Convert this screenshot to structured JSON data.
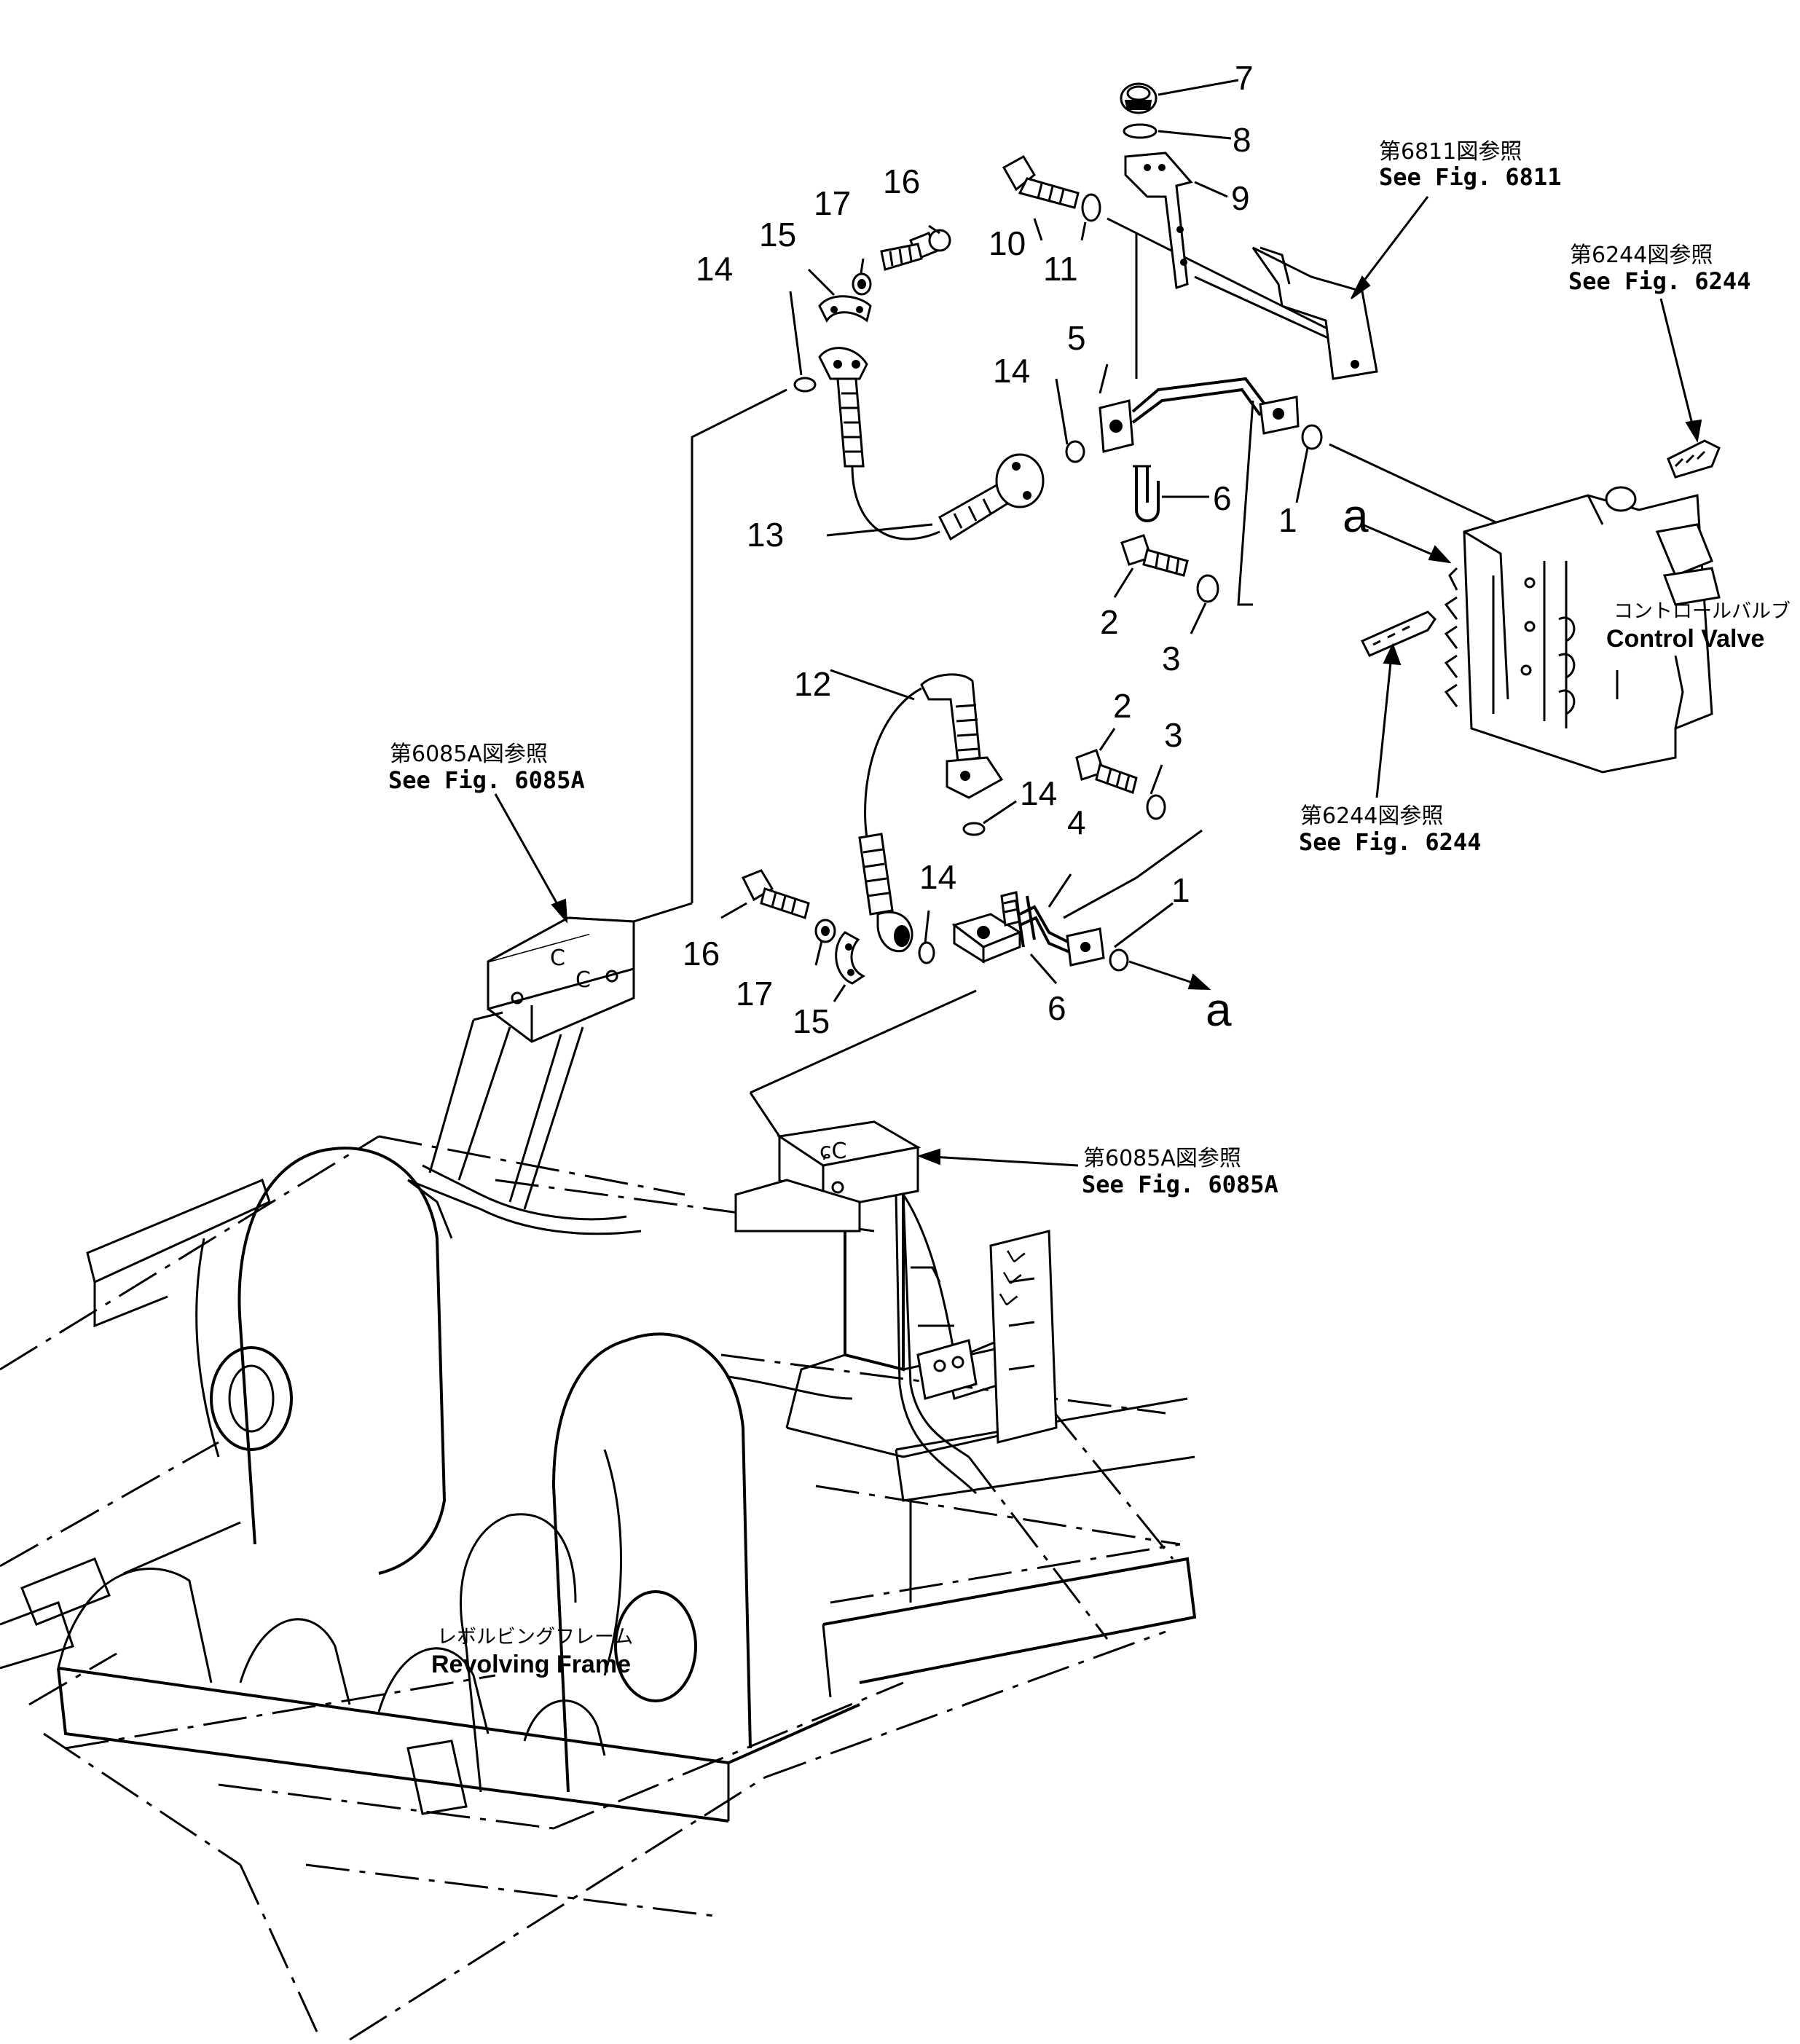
{
  "callouts": [
    {
      "id": "c7",
      "text": "7"
    },
    {
      "id": "c8",
      "text": "8"
    },
    {
      "id": "c9",
      "text": "9"
    },
    {
      "id": "c10",
      "text": "10"
    },
    {
      "id": "c11",
      "text": "11"
    },
    {
      "id": "c16a",
      "text": "16"
    },
    {
      "id": "c17a",
      "text": "17"
    },
    {
      "id": "c15a",
      "text": "15"
    },
    {
      "id": "c14a",
      "text": "14"
    },
    {
      "id": "c5",
      "text": "5"
    },
    {
      "id": "c14b",
      "text": "14"
    },
    {
      "id": "c6a",
      "text": "6"
    },
    {
      "id": "c1a",
      "text": "1"
    },
    {
      "id": "c13",
      "text": "13"
    },
    {
      "id": "c2a",
      "text": "2"
    },
    {
      "id": "c3a",
      "text": "3"
    },
    {
      "id": "c12",
      "text": "12"
    },
    {
      "id": "c2b",
      "text": "2"
    },
    {
      "id": "c3b",
      "text": "3"
    },
    {
      "id": "c14c",
      "text": "14"
    },
    {
      "id": "c4",
      "text": "4"
    },
    {
      "id": "c14d",
      "text": "14"
    },
    {
      "id": "c1b",
      "text": "1"
    },
    {
      "id": "c16b",
      "text": "16"
    },
    {
      "id": "c17b",
      "text": "17"
    },
    {
      "id": "c15b",
      "text": "15"
    },
    {
      "id": "c6b",
      "text": "6"
    }
  ],
  "references": {
    "fig6811": {
      "jp": "第6811図参照",
      "en": "See Fig. 6811"
    },
    "fig6244_top": {
      "jp": "第6244図参照",
      "en": "See Fig. 6244"
    },
    "fig6244_mid": {
      "jp": "第6244図参照",
      "en": "See Fig. 6244"
    },
    "fig6085a_left": {
      "jp": "第6085A図参照",
      "en": "See Fig. 6085A"
    },
    "fig6085a_mid": {
      "jp": "第6085A図参照",
      "en": "See Fig. 6085A"
    }
  },
  "labels": {
    "control_valve": {
      "jp": "コントロールバルブ",
      "en": "Control Valve"
    },
    "revolving_frame": {
      "jp": "レボルビングフレーム",
      "en": "Revolving Frame"
    }
  },
  "connection_marks": {
    "a_upper": "a",
    "a_lower": "a"
  }
}
